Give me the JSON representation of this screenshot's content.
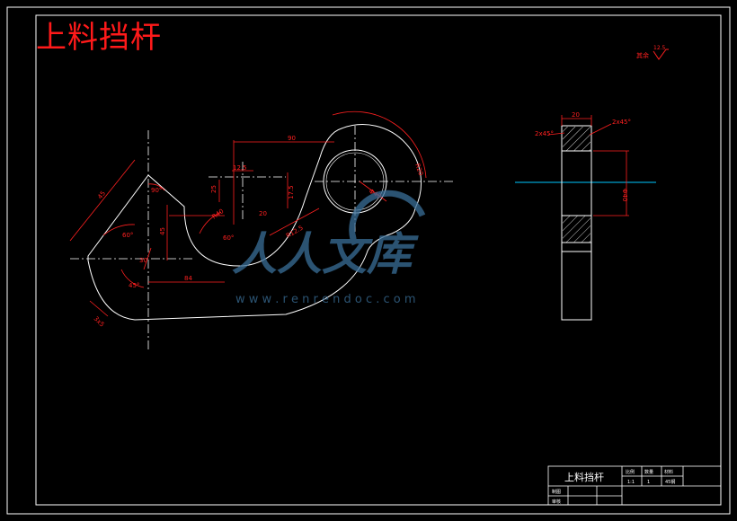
{
  "title": "上料挡杆",
  "roughness": {
    "label": "其余",
    "value": "12.5"
  },
  "dimensions": {
    "d90": "90",
    "d12_5": "12.5",
    "d17_5": "17.5",
    "d25": "25",
    "d45": "45",
    "d20": "20",
    "dR40": "R40",
    "dR20": "R20",
    "dphi40": "Φ40",
    "d45b": "45",
    "d30": "30",
    "dR12_5": "R12.5",
    "d84": "84",
    "a45": "45°",
    "a60": "60°",
    "a90": "90°",
    "c3x5": "3x5",
    "d30b": "30",
    "d45c": "45",
    "side_width": "20",
    "side_bore": "Φ40",
    "side_ch1": "2x45°",
    "side_ch2": "2x45°"
  },
  "watermark": {
    "brand": "人人文库",
    "url": "w w w . r e n r e n d o c . c o m"
  },
  "title_block": {
    "name": "上料挡杆",
    "h1": "比例",
    "h2": "数量",
    "h3": "材料",
    "v1": "1:1",
    "v2": "1",
    "v3": "45钢",
    "r1": "制图",
    "r2": "审核"
  },
  "colors": {
    "frame": "#ffffff",
    "dim": "#ff2020",
    "center": "#ffffff",
    "cyan": "#00c8ff",
    "watermark": "#3a6f99"
  }
}
